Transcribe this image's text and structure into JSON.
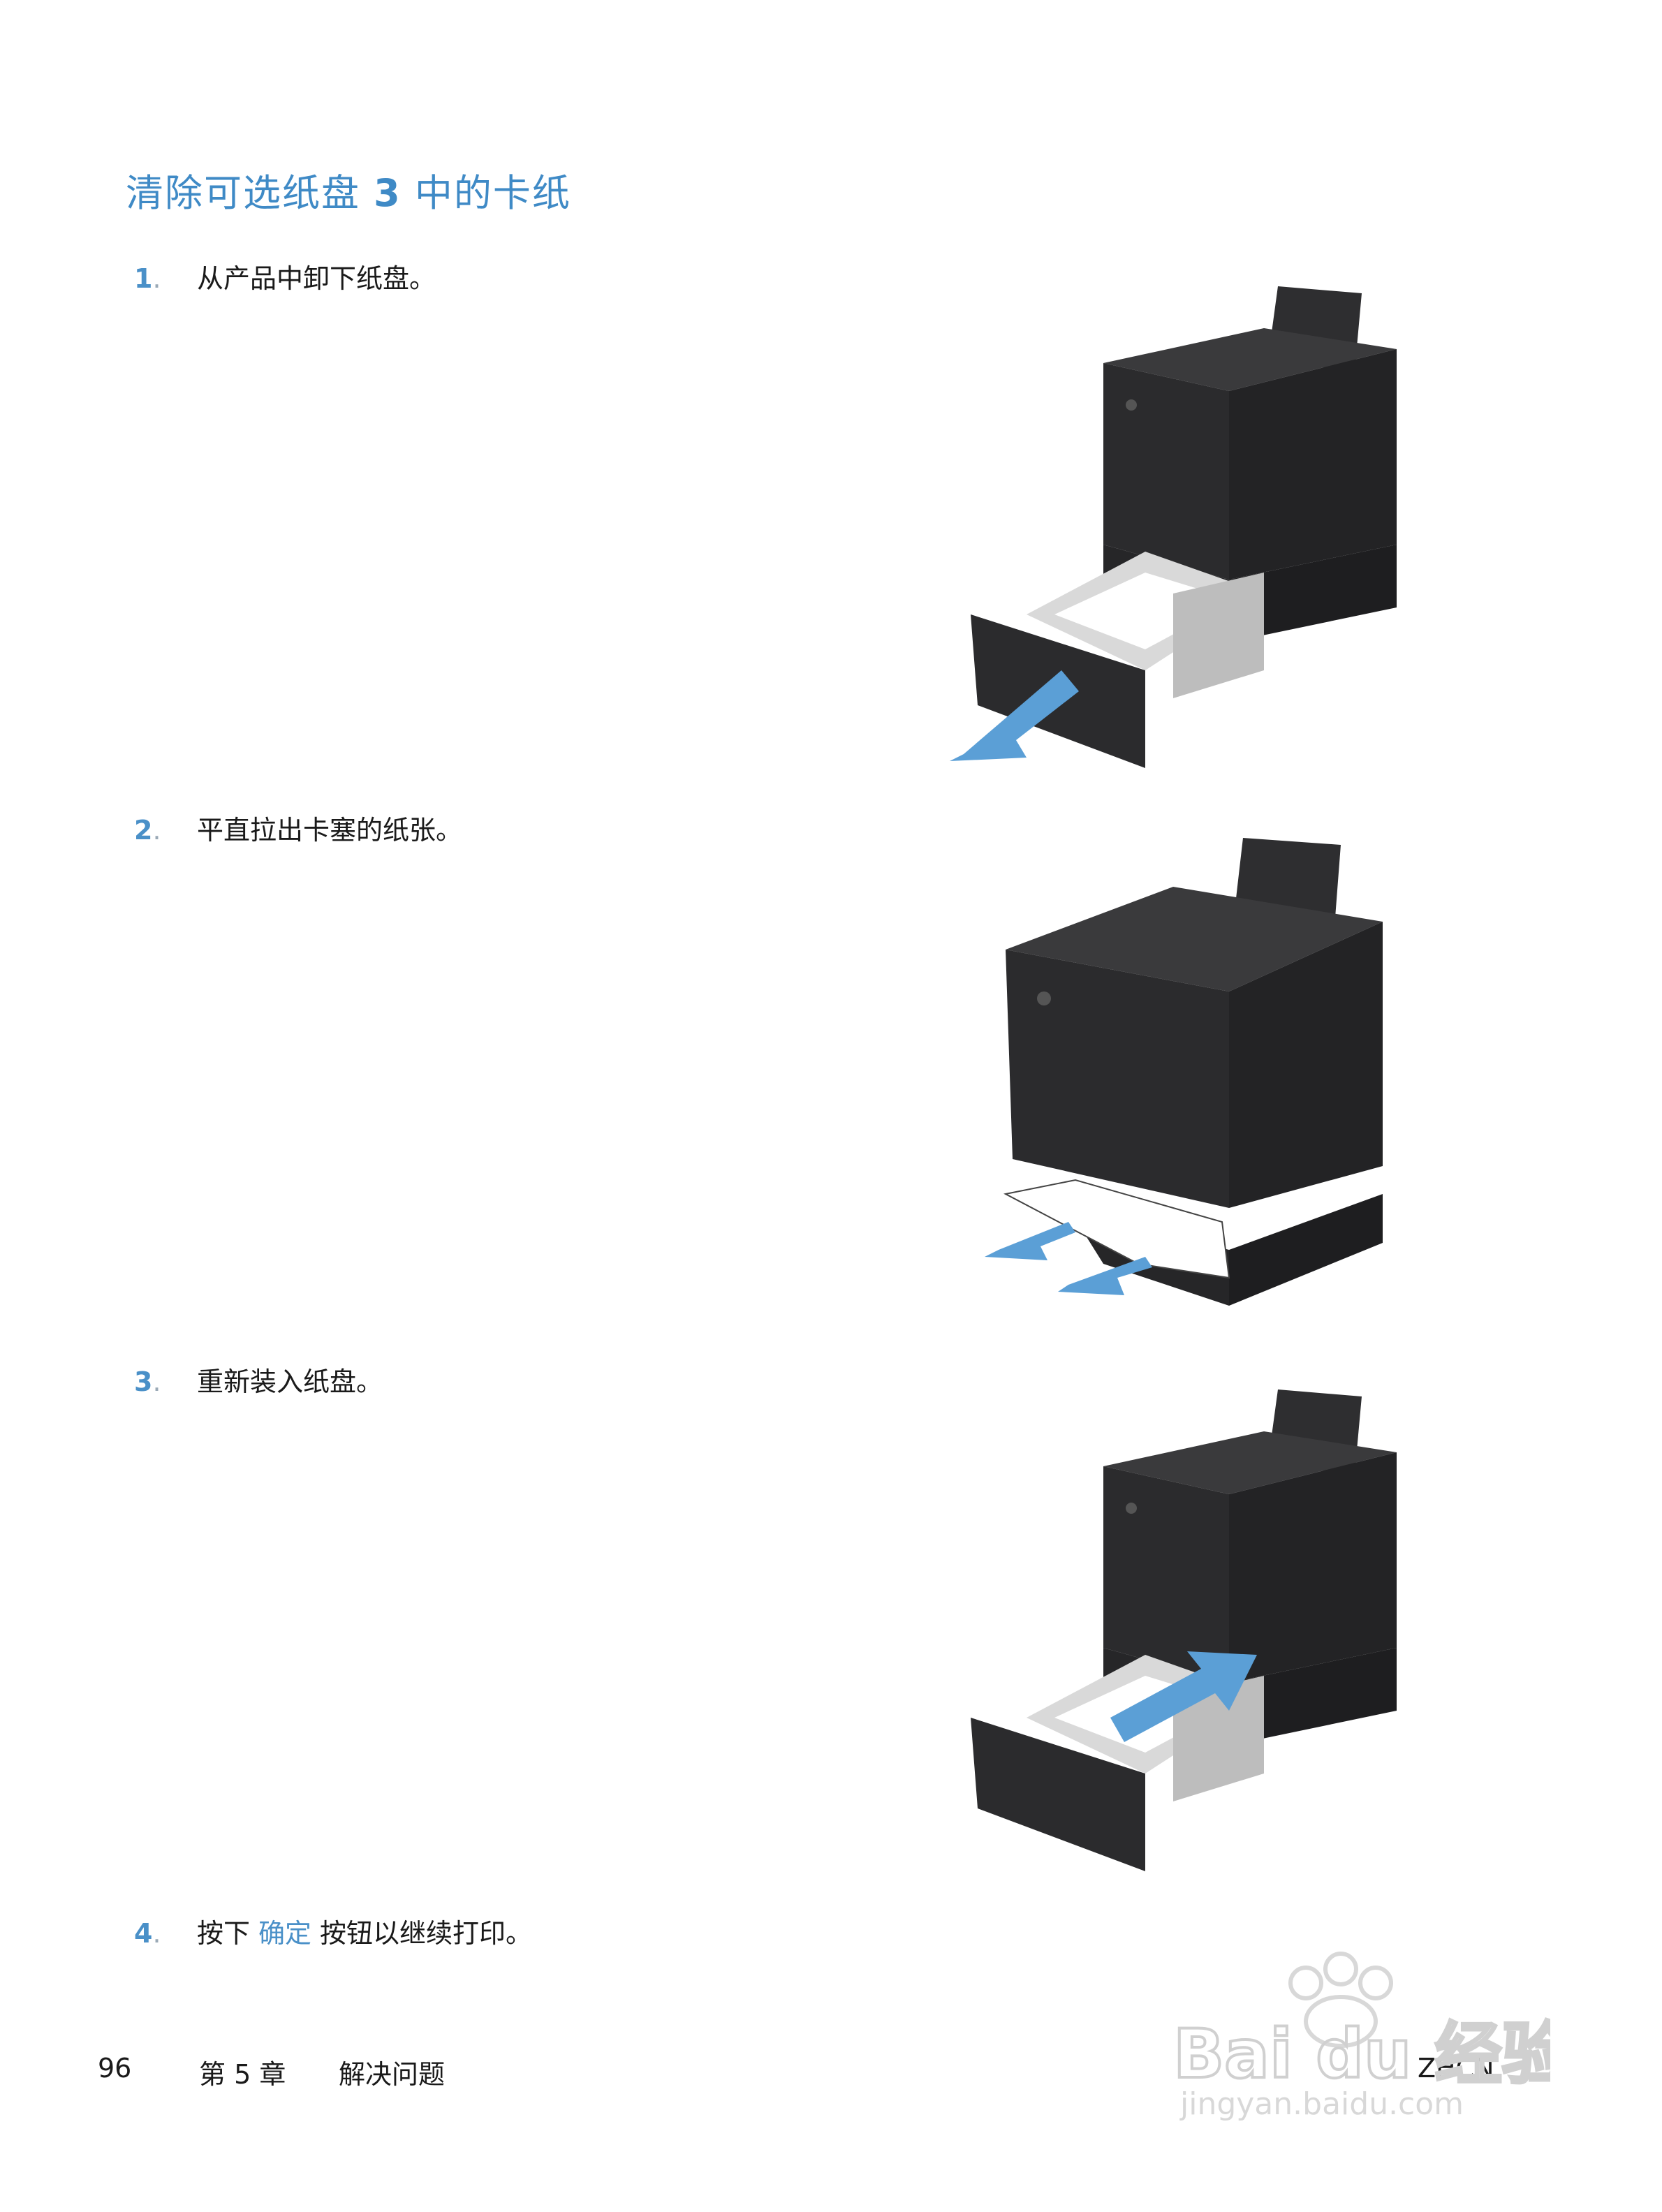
{
  "title": {
    "prefix": "清除可选纸盘",
    "number": "3",
    "suffix": "中的卡纸"
  },
  "steps": [
    {
      "number": "1",
      "dot": ".",
      "text": "从产品中卸下纸盘。"
    },
    {
      "number": "2",
      "dot": ".",
      "text": "平直拉出卡塞的纸张。"
    },
    {
      "number": "3",
      "dot": ".",
      "text": "重新装入纸盘。"
    },
    {
      "number": "4",
      "dot": ".",
      "before": "按下",
      "link": "确定",
      "after": "按钮以继续打印。"
    }
  ],
  "footer": {
    "page": "96",
    "chapter": "第 5 章",
    "section": "解决问题",
    "lang": "ZHCN"
  },
  "watermark": {
    "brand": "Bai du 经验",
    "url": "jingyan.baidu.com"
  },
  "colors": {
    "accent": "#3f8ac6",
    "arrow": "#5b9fd6",
    "printer": "#2b2b2d"
  }
}
